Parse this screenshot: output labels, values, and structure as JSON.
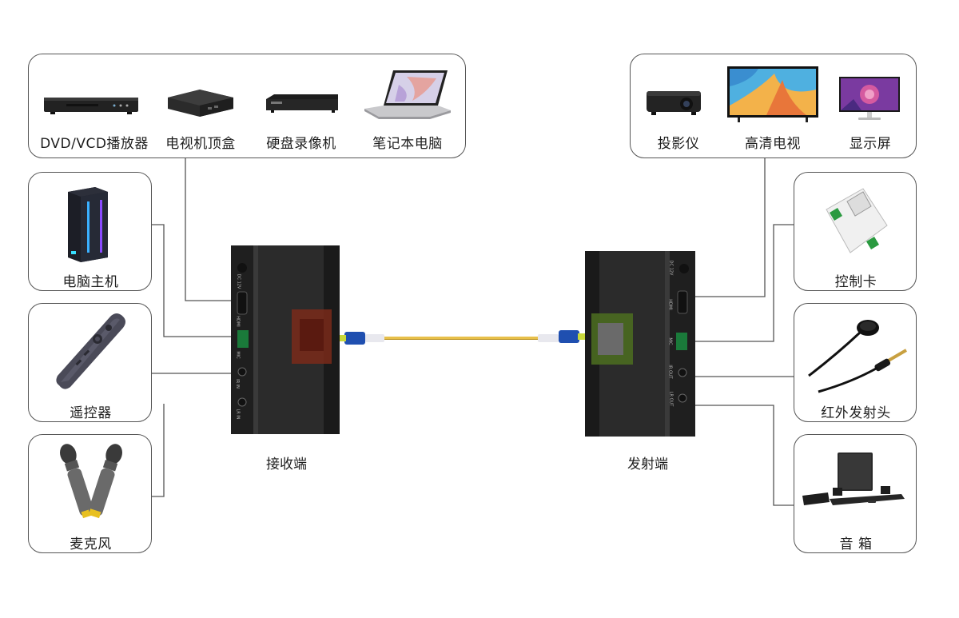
{
  "source_devices": [
    {
      "label": "DVD/VCD播放器",
      "icon": "dvd-player-icon"
    },
    {
      "label": "电视机顶盒",
      "icon": "set-top-box-icon"
    },
    {
      "label": "硬盘录像机",
      "icon": "dvr-icon"
    },
    {
      "label": "笔记本电脑",
      "icon": "laptop-icon"
    }
  ],
  "display_devices": [
    {
      "label": "投影仪",
      "icon": "projector-icon"
    },
    {
      "label": "高清电视",
      "icon": "hdtv-icon"
    },
    {
      "label": "显示屏",
      "icon": "monitor-icon"
    }
  ],
  "left_devices": [
    {
      "label": "电脑主机",
      "icon": "pc-tower-icon"
    },
    {
      "label": "遥控器",
      "icon": "remote-control-icon"
    },
    {
      "label": "麦克风",
      "icon": "microphone-icon"
    }
  ],
  "right_devices": [
    {
      "label": "控制卡",
      "icon": "control-card-icon"
    },
    {
      "label": "红外发射头",
      "icon": "ir-emitter-icon"
    },
    {
      "label": "音 箱",
      "icon": "speaker-icon"
    }
  ],
  "receiver": {
    "label": "接收端",
    "ports": [
      "DC 12V",
      "HDMI",
      "MIC",
      "IR IN",
      "LR IN"
    ]
  },
  "transmitter": {
    "label": "发射端",
    "ports": [
      "DC 12V",
      "HDMI",
      "MIC",
      "IR OUT",
      "LR OUT"
    ]
  },
  "colors": {
    "box_border": "#555555",
    "wire": "#555555",
    "fiber_cable": "#e8c04a",
    "fiber_connector": "#1f4fb0",
    "device_body": "#2a2a2a",
    "pcb": "#7a2a1a"
  }
}
